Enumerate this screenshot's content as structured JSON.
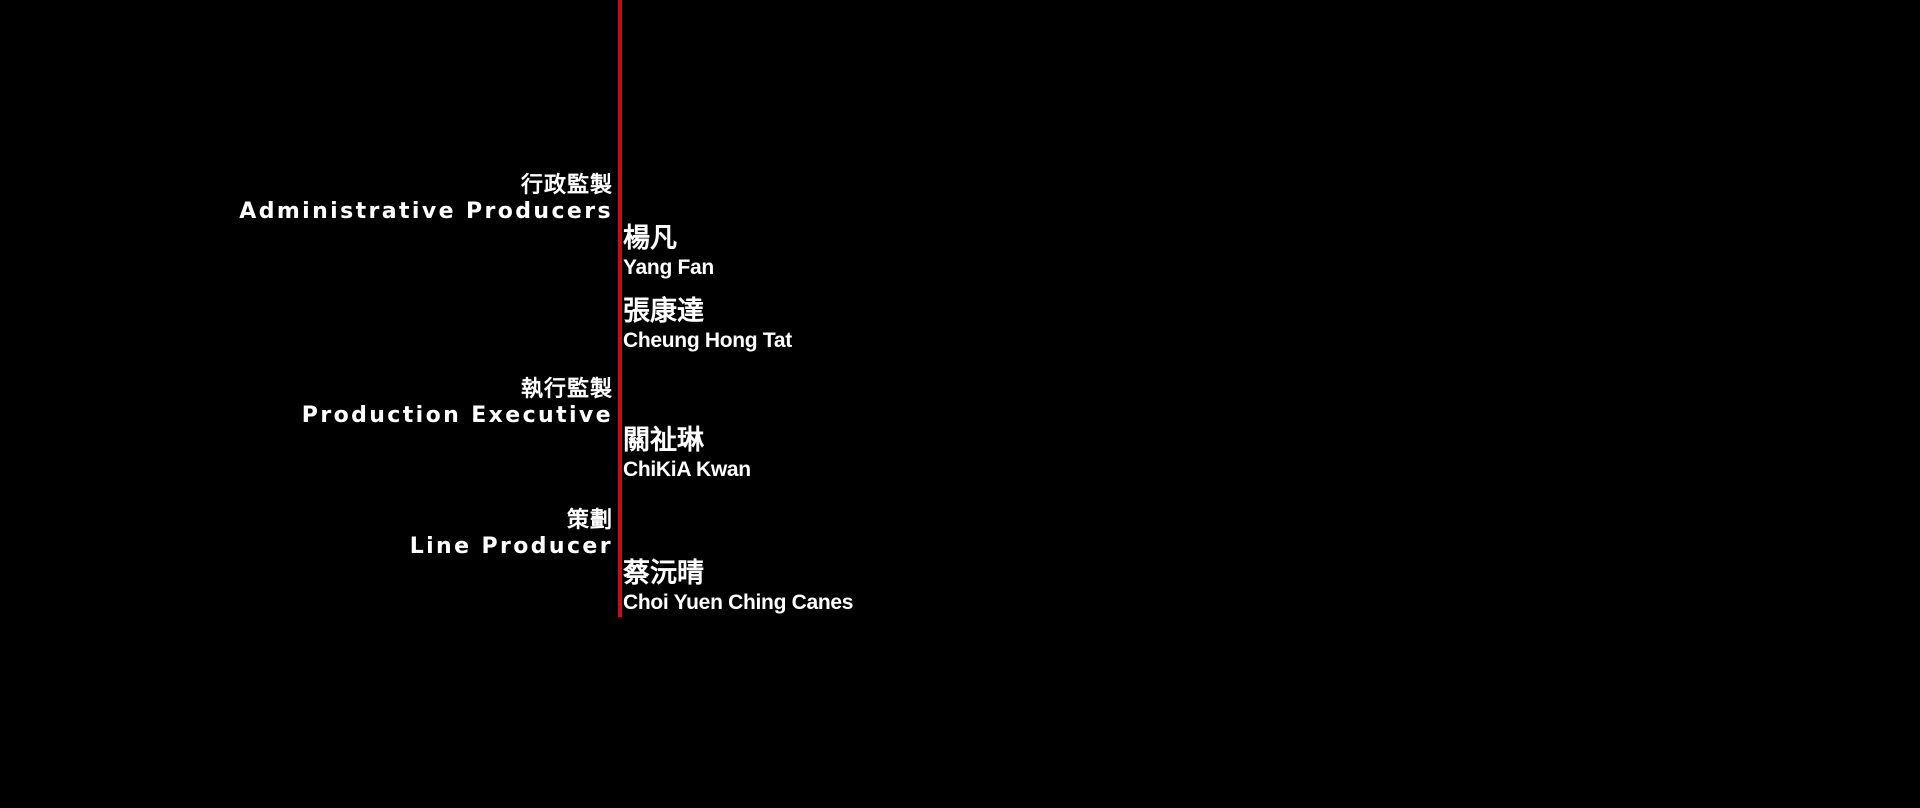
{
  "colors": {
    "background": "#000000",
    "divider": "#c0101a",
    "text": "#ffffff"
  },
  "roles": [
    {
      "zh": "行政監製",
      "en": "Administrative Producers"
    },
    {
      "zh": "執行監製",
      "en": "Production Executive"
    },
    {
      "zh": "策劃",
      "en": "Line Producer"
    }
  ],
  "people": [
    {
      "zh": "楊凡",
      "en": "Yang Fan"
    },
    {
      "zh": "張康達",
      "en": "Cheung Hong Tat"
    },
    {
      "zh": "關祉琳",
      "en": "ChiKiA Kwan"
    },
    {
      "zh": "蔡沅晴",
      "en": "Choi Yuen Ching Canes"
    }
  ]
}
